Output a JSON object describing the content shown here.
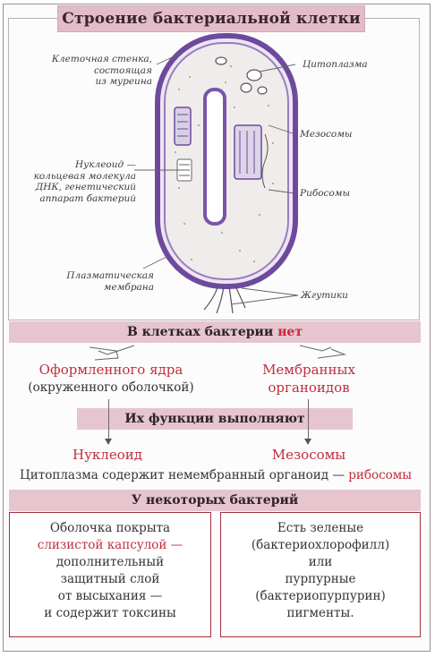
{
  "title": "Строение бактериальной клетки",
  "labels": {
    "cell_wall": [
      "Клеточная стенка,",
      "состоящая",
      "из муреина"
    ],
    "cytoplasm": "Цитоплазма",
    "mesosomes": "Мезосомы",
    "nucleoid": [
      "Нуклеоид —",
      "кольцевая молекула",
      "ДНК, генетический",
      "аппарат бактерий"
    ],
    "ribosomes": "Рибосомы",
    "plasma_membrane": [
      "Плазматическая",
      "мембрана"
    ],
    "flagella": "Жгутики"
  },
  "band1": {
    "prefix": "В клетках бактерии ",
    "emph": "нет"
  },
  "left_absent": {
    "line1": "Оформленного ядра",
    "line2": "(окруженного оболочкой)"
  },
  "right_absent": {
    "line1": "Мембранных",
    "line2": "органоидов"
  },
  "band2": "Их функции выполняют",
  "left_func": "Нуклеоид",
  "right_func": "Мезосомы",
  "cyto_line": {
    "text": "Цитоплазма содержит немембранный органоид — ",
    "emph": "рибосомы"
  },
  "band3": "У некоторых бактерий",
  "box_left": {
    "l1": "Оболочка покрыта",
    "l2": "слизистой капсулой —",
    "l3": "дополнительный",
    "l4": "защитный слой",
    "l5": "от высыхания —",
    "l6": "и содержит токсины"
  },
  "box_right": {
    "l1": "Есть зеленые",
    "l2": "(бактериохлорофилл)",
    "l3": "или",
    "l4": "пурпурные",
    "l5": "(бактериопурпурин)",
    "l6": "пигменты."
  },
  "colors": {
    "accent_red": "#c62839",
    "band_pink": "#e6c5cf",
    "membrane_purple": "#6e4a9e"
  }
}
